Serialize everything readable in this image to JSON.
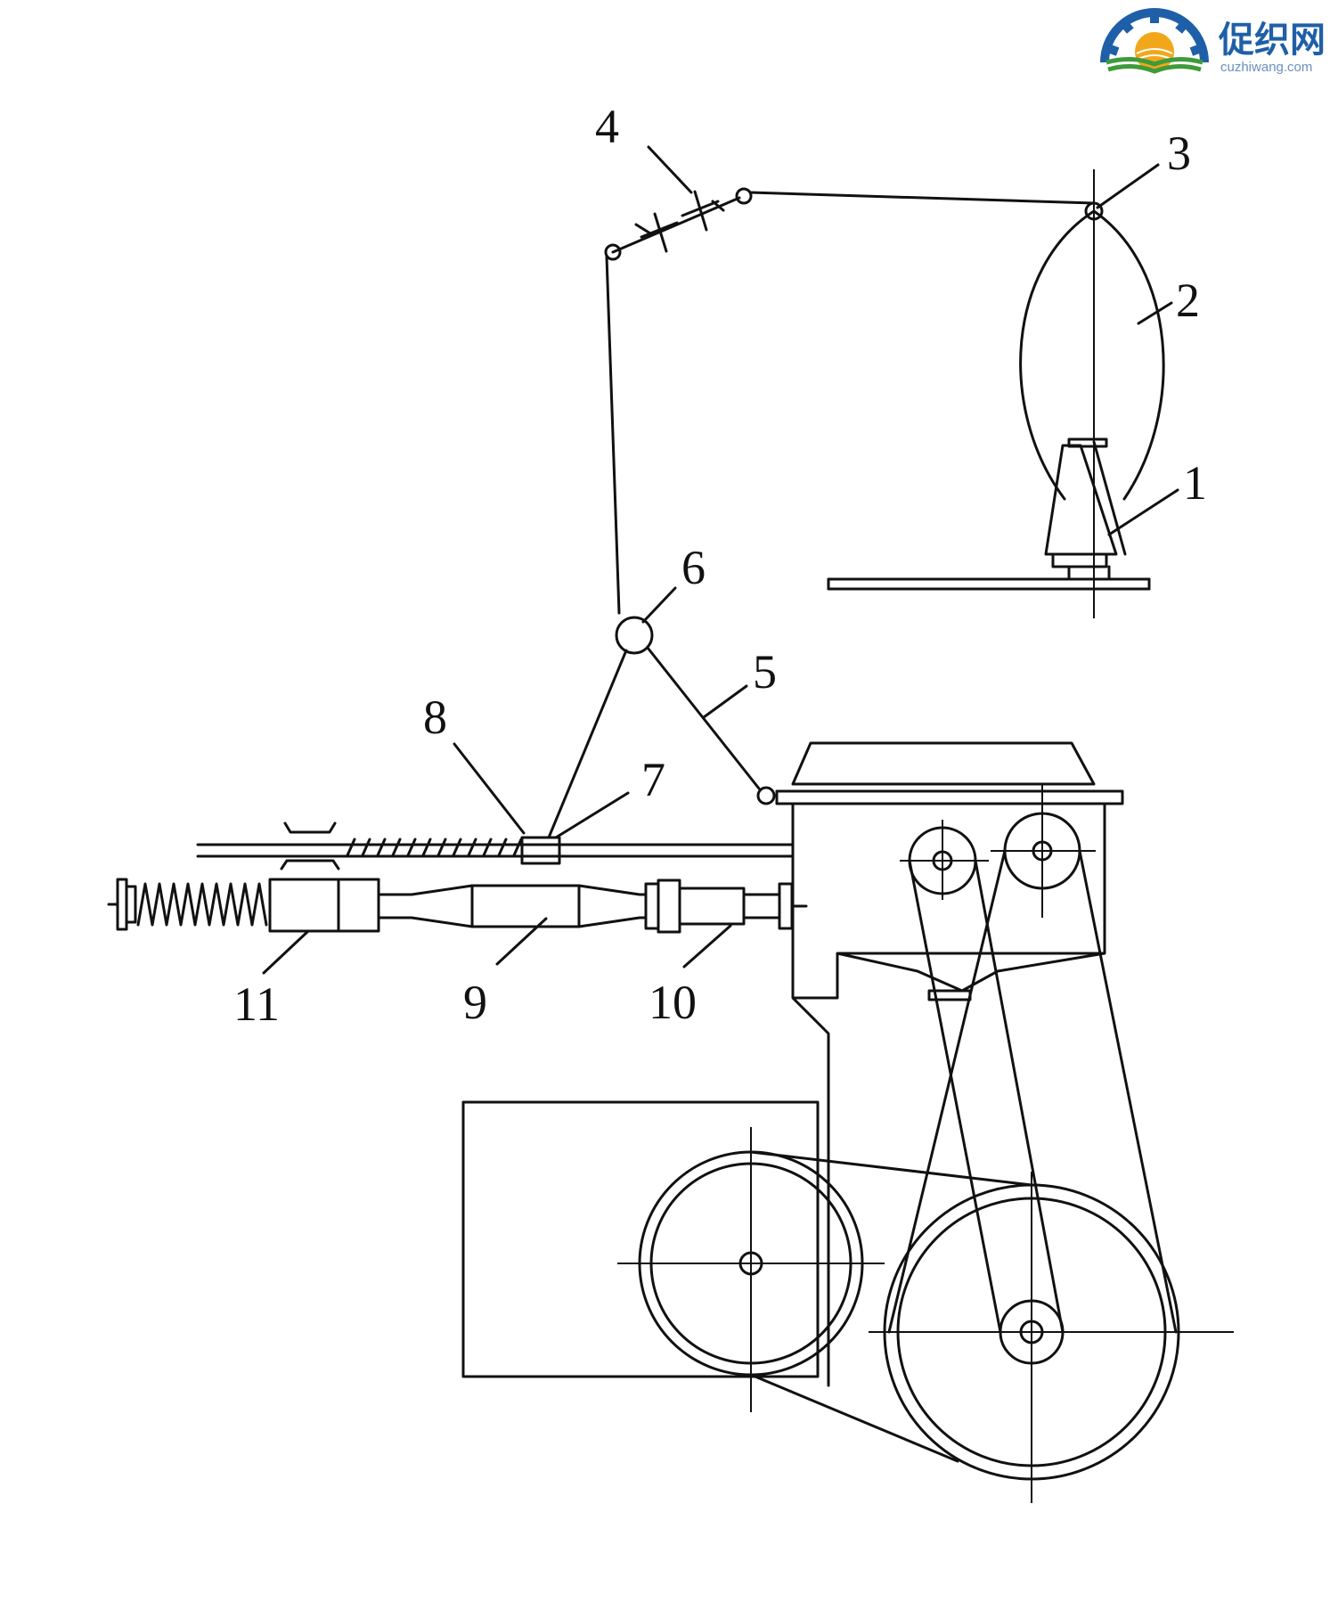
{
  "logo": {
    "name_cn": "促织网",
    "domain": "cuzhiwang.com",
    "colors": {
      "blue": "#1f5fa8",
      "gold": "#f2a71b",
      "green": "#3f9b3a"
    }
  },
  "labels": {
    "l1": "1",
    "l2": "2",
    "l3": "3",
    "l4": "4",
    "l5": "5",
    "l6": "6",
    "l7": "7",
    "l8": "8",
    "l9": "9",
    "l10": "10",
    "l11": "11"
  }
}
